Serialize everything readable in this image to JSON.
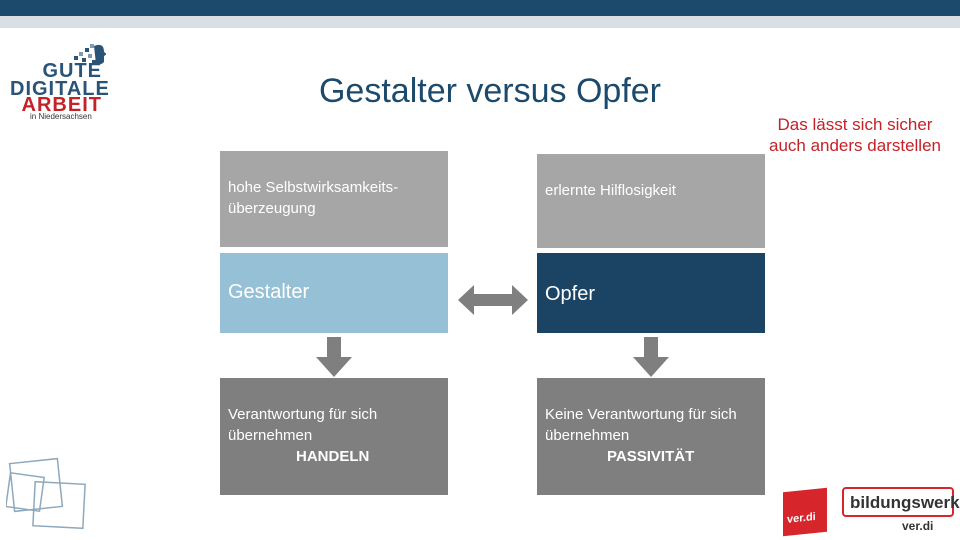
{
  "logo": {
    "line1": "GUTE",
    "line2": "DIGITALE",
    "line3": "ARBEIT",
    "line4": "in Niedersachsen"
  },
  "title": "Gestalter versus Opfer",
  "note": "Das lässt sich sicher auch anders darstellen",
  "left": {
    "top": "hohe Selbstwirksamkeits-überzeugung",
    "mid": "Gestalter",
    "bottom_line1": "Verantwortung für sich übernehmen",
    "bottom_line2": "HANDELN"
  },
  "right": {
    "top": "erlernte Hilflosigkeit",
    "mid": "Opfer",
    "bottom_line1": "Keine Verantwortung für sich übernehmen",
    "bottom_line2": "PASSIVITÄT"
  },
  "brands": {
    "verdi": "ver.di",
    "bildungswerk": "bildungswerk",
    "bildungswerk_sub": "ver.di"
  },
  "colors": {
    "accent": "#1b4a6d",
    "red": "#c52128",
    "light_blue": "#96c0d6",
    "gray": "#a6a6a6",
    "dark_gray": "#7f7f7f"
  }
}
